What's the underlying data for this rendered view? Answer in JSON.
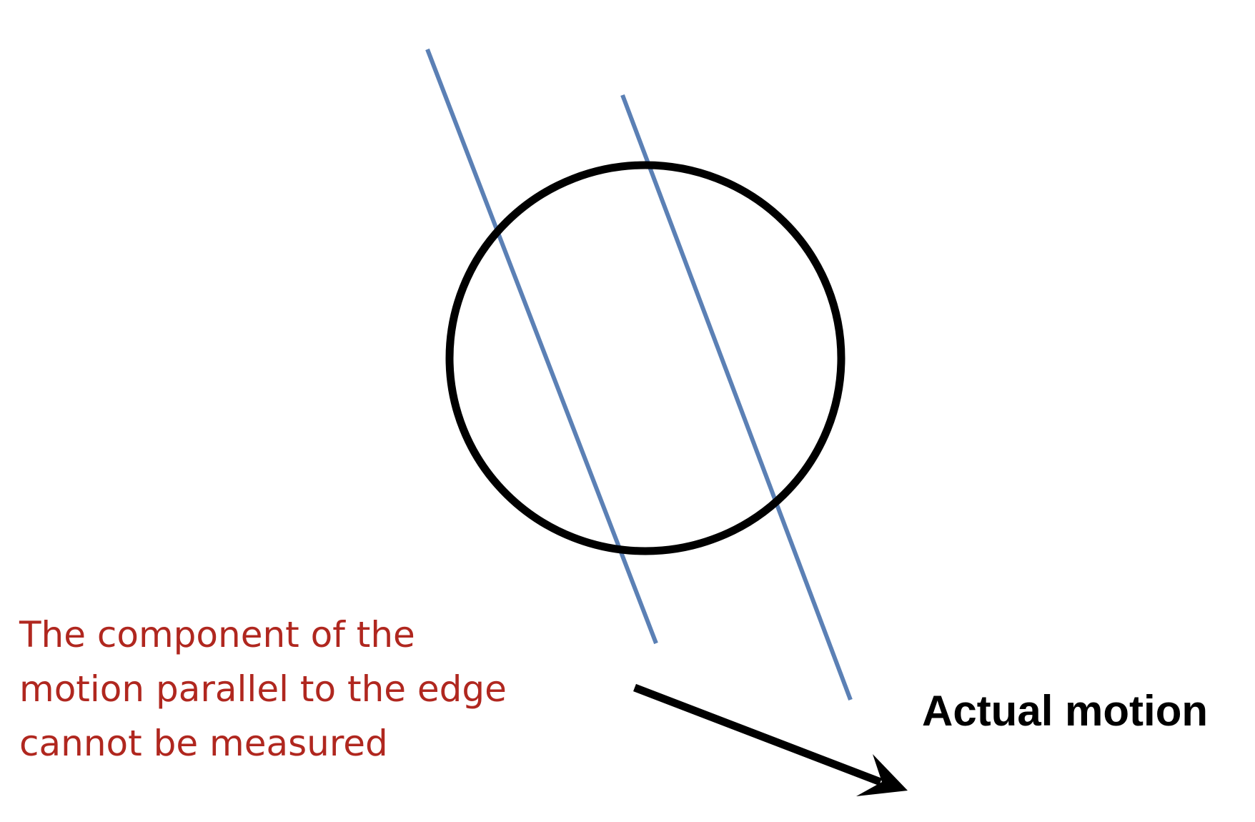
{
  "caption": {
    "lines": [
      "The component of the",
      "motion parallel to the edge",
      "cannot be measured"
    ]
  },
  "motion_label": "Actual motion",
  "colors": {
    "edge_lines": "#5b80b5",
    "aperture": "#000000",
    "caption_text": "#b0271f",
    "arrow": "#000000"
  }
}
